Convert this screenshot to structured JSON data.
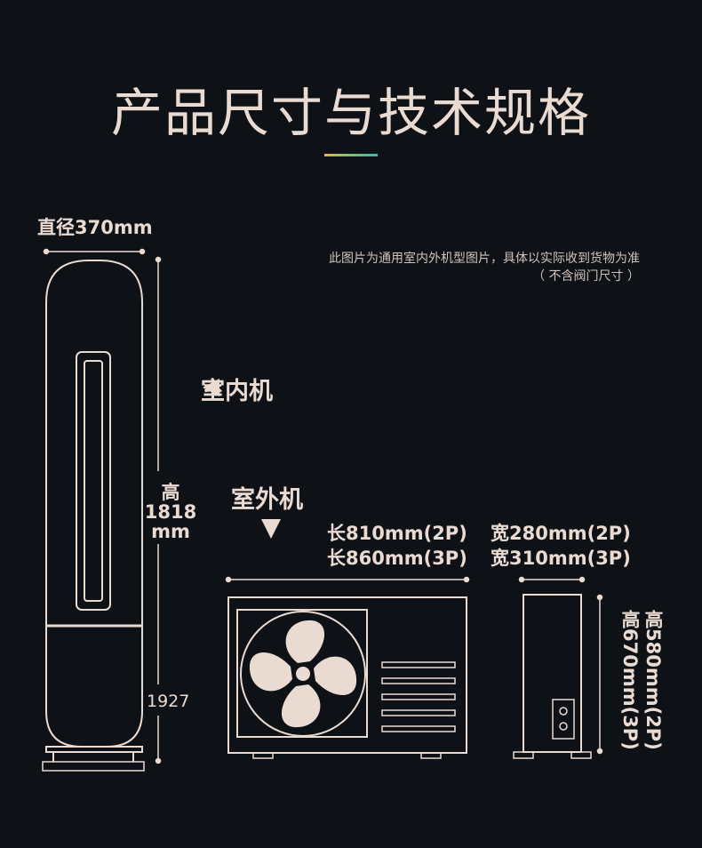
{
  "title": "产品尺寸与技术规格",
  "indoor": {
    "diameter": "直径370mm",
    "label": "室内机",
    "height_lines": [
      "高",
      "1818",
      "mm"
    ],
    "side_number": "1927"
  },
  "note": {
    "line1": "此图片为通用室内外机型图片，具体以实际收到货物为准",
    "line2": "（ 不含阀门尺寸 ）"
  },
  "outdoor": {
    "label": "室外机",
    "length_2p": "长810mm(2P)",
    "length_3p": "长860mm(3P)",
    "width_2p": "宽280mm(2P)",
    "width_3p": "宽310mm(3P)",
    "height_2p": "高580mm(2P)",
    "height_3p": "高670mm(3P)"
  },
  "colors": {
    "background": "#0e1116",
    "line": "#eadbd2",
    "accent_start": "#e0b85a",
    "accent_end": "#35b8b0"
  }
}
